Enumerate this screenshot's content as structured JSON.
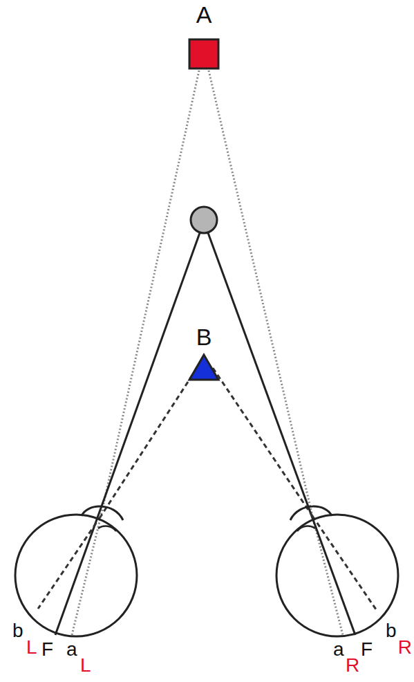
{
  "diagram": {
    "nodes": [
      {
        "text": [
          "A"
        ]
      },
      {
        "text": [
          "B"
        ]
      }
    ],
    "labels": [
      "b",
      "L",
      "F",
      "a",
      "L",
      "a",
      "R",
      "F",
      "b",
      "R"
    ]
  }
}
